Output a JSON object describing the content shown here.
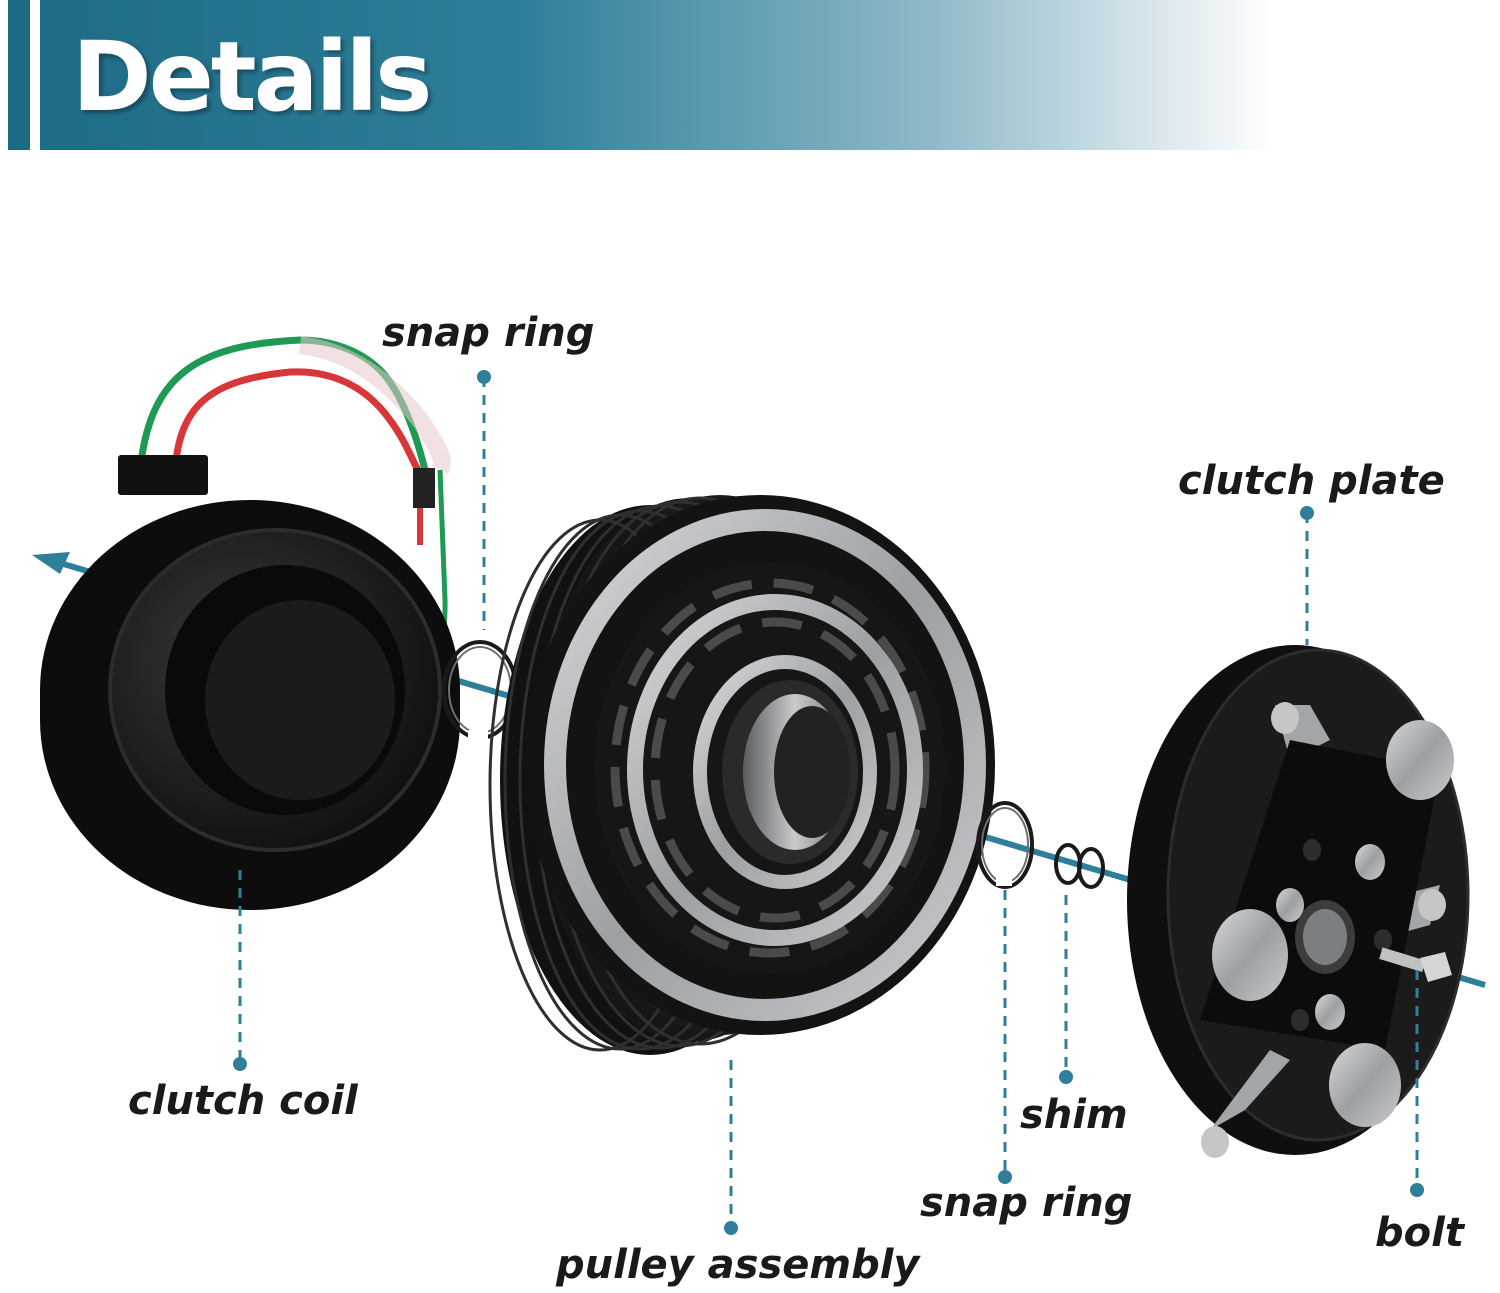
{
  "header": {
    "title": "Details"
  },
  "colors": {
    "accent": "#2f7f9a",
    "banner_dark": "#1f6b84",
    "part_black": "#151515",
    "metal": "#a7aaad"
  },
  "parts": {
    "snap_ring_top": "snap ring",
    "clutch_coil": "clutch coil",
    "pulley_assembly": "pulley assembly",
    "clutch_plate": "clutch plate",
    "shim": "shim",
    "snap_ring_bottom": "snap ring",
    "bolt": "bolt"
  }
}
